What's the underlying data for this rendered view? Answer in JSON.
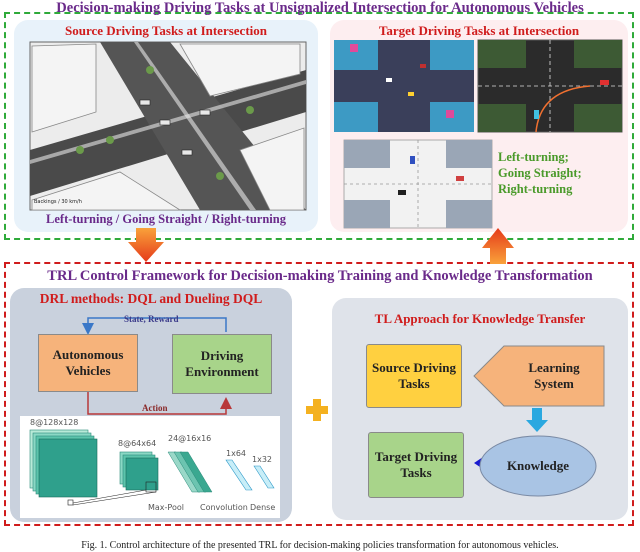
{
  "top_section": {
    "title": "Decision-making Driving Tasks at Unsignalized Intersection for Autonomous Vehicles",
    "source_panel": {
      "title": "Source Driving Tasks at Intersection",
      "caption": "Left-turning / Going Straight / Right-turning",
      "image_scale_label": "Backings / 30 km/h"
    },
    "target_panel": {
      "title": "Target Driving Tasks at Intersection",
      "tasks": [
        "Left-turning;",
        "Going Straight;",
        "Right-turning"
      ]
    }
  },
  "bottom_section": {
    "title": "TRL Control Framework for Decision-making Training and Knowledge Transformation",
    "drl_panel": {
      "title": "DRL methods: DQL and Dueling DQL",
      "agent_box": "Autonomous Vehicles",
      "env_box": "Driving Environment",
      "state_reward_label": "State, Reward",
      "action_label": "Action",
      "network": {
        "layer_labels": [
          "8@128x128",
          "8@64x64",
          "24@16x16",
          "1x64",
          "1x32"
        ],
        "op_labels": [
          "Max-Pool",
          "Convolution",
          "Dense"
        ]
      }
    },
    "tl_panel": {
      "title": "TL Approach for Knowledge Transfer",
      "source_box": "Source Driving Tasks",
      "learning_box": "Learning System",
      "target_box": "Target Driving Tasks",
      "knowledge_box": "Knowledge"
    }
  },
  "caption": "Fig. 1. Control architecture of the presented TRL for decision-making policies transformation for autonomous vehicles.",
  "colors": {
    "green_title": "#2faa3a",
    "red_title": "#d01c1c",
    "purple_title": "#6a2a8a",
    "source_panel_bg": "#e8f2fa",
    "target_panel_bg": "#fdeef0",
    "drl_panel_bg": "#c9d1dd",
    "tl_panel_bg": "#dfe3ea",
    "orange_box": "#f6b37b",
    "green_box": "#a8d48a",
    "yellow_box": "#ffd040",
    "knowledge_ellipse": "#a9c4e4",
    "arrow_orange": "#f26a1a",
    "plus_orange": "#f4b120"
  }
}
